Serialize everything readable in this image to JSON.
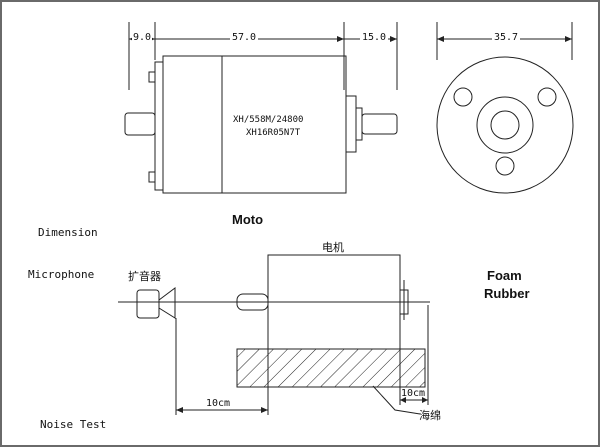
{
  "dimensions": {
    "left": "9.0",
    "body": "57.0",
    "right": "15.0",
    "diameter": "35.7"
  },
  "motor_label": {
    "line1": "XH/558M/24800",
    "line2": "XH16R05N7T"
  },
  "captions": {
    "moto": "Moto",
    "dimension": "Dimension",
    "microphone": "Microphone",
    "foam_rubber_line1": "Foam",
    "foam_rubber_line2": "Rubber",
    "noise_test": "Noise Test"
  },
  "test_setup": {
    "speaker_label": "扩音器",
    "motor_label": "电机",
    "sponge_label": "海绵",
    "distance_1": "10cm",
    "distance_2": "10cm"
  }
}
